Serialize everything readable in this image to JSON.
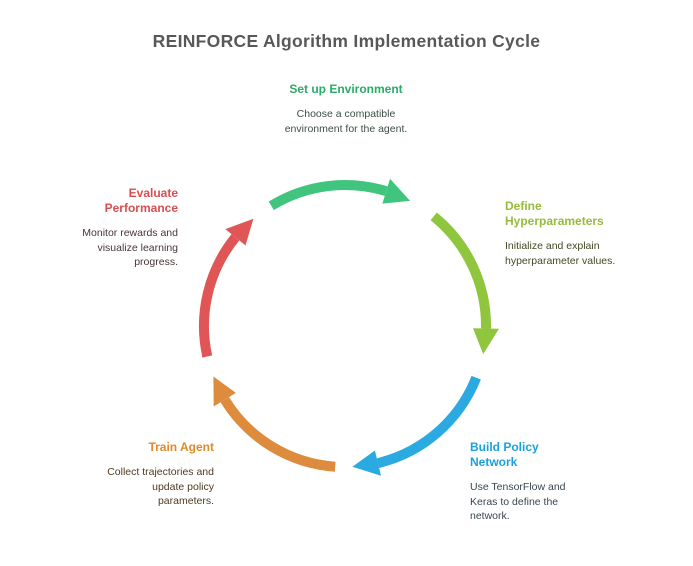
{
  "title": "REINFORCE Algorithm Implementation Cycle",
  "title_color": "#58585A",
  "cycle": {
    "steps": [
      {
        "id": "set-up-environment",
        "label": "Set up Environment",
        "description": "Choose a compatible environment for the agent.",
        "heading_color": "#2BAB68",
        "text_color": "#3D4F44",
        "arrow_color": "#41C57E",
        "arc": {
          "start": 328.5,
          "tip": 387.5
        }
      },
      {
        "id": "define-hyperparameters",
        "label": "Define Hyperparameters",
        "description": "Initialize and explain hyperparameter values.",
        "heading_color": "#96BB3D",
        "text_color": "#414A26",
        "arrow_color": "#90C63E",
        "arc": {
          "start": 39,
          "tip": 101.5
        }
      },
      {
        "id": "build-policy-network",
        "label": "Build Policy Network",
        "description": "Use TensorFlow and Keras to define the network.",
        "heading_color": "#1BA2DB",
        "text_color": "#37474F",
        "arrow_color": "#2BAAE2",
        "arc": {
          "start": 111.5,
          "tip": 177
        }
      },
      {
        "id": "train-agent",
        "label": "Train Agent",
        "description": "Collect trajectories and update policy parameters.",
        "heading_color": "#E08A28",
        "text_color": "#4E3A22",
        "arrow_color": "#DD8B3D",
        "arc": {
          "start": 184,
          "tip": 249
        }
      },
      {
        "id": "evaluate-performance",
        "label": "Evaluate Performance",
        "description": "Monitor rewards and visualize learning progress.",
        "heading_color": "#D94F51",
        "text_color": "#4A3436",
        "arrow_color": "#E05555",
        "arc": {
          "start": 257.5,
          "tip": 319.5
        }
      }
    ]
  }
}
